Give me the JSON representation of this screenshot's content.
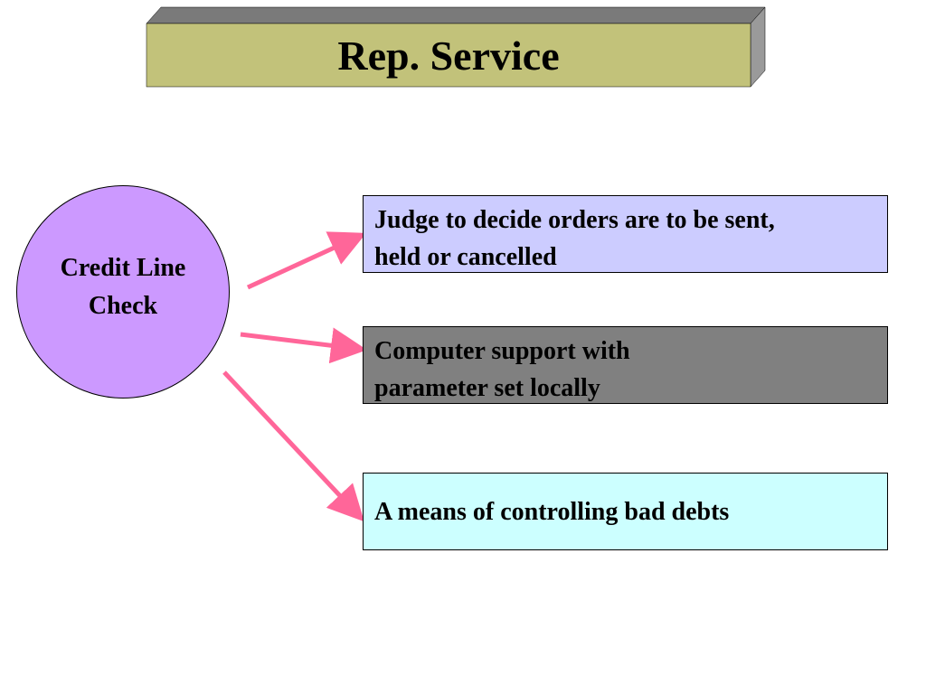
{
  "title": {
    "text": "Rep. Service",
    "face_color": "#c2c27a",
    "top_color": "#7a7a7a",
    "side_color": "#9a9a9a"
  },
  "circle": {
    "label": "Credit Line\nCheck",
    "fill_color": "#cc99ff"
  },
  "boxes": [
    {
      "text": "Judge to decide orders are to be sent,\nheld or cancelled",
      "fill_color": "#ccccff"
    },
    {
      "text": "Computer support with\nparameter set locally",
      "fill_color": "#808080"
    },
    {
      "text": "A means of controlling bad debts",
      "fill_color": "#ccffff"
    }
  ],
  "arrow_color": "#ff6699"
}
